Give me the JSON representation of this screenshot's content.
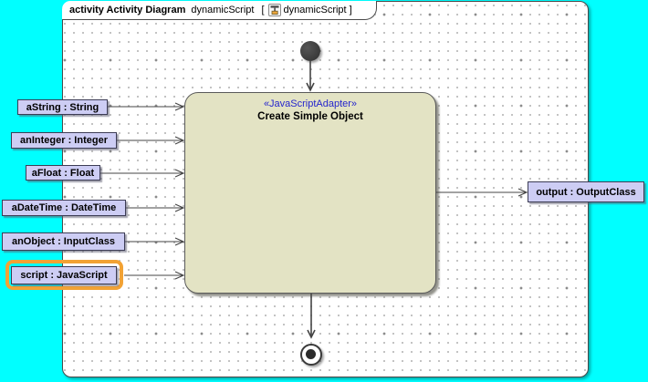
{
  "frame": {
    "tab": {
      "keyword": "activity Activity Diagram",
      "diagram_name": "dynamicScript",
      "open_bracket": "[",
      "context_icon": "activity-diagram-icon",
      "context_name": "dynamicScript",
      "close_bracket": "]"
    }
  },
  "diagram": {
    "action": {
      "stereotype": "«JavaScriptAdapter»",
      "name": "Create Simple Object"
    },
    "input_pins": [
      {
        "label": "aString : String"
      },
      {
        "label": "anInteger : Integer"
      },
      {
        "label": "aFloat : Float"
      },
      {
        "label": "aDateTime : DateTime"
      },
      {
        "label": "anObject : InputClass"
      },
      {
        "label": "script : JavaScript",
        "highlighted": true
      }
    ],
    "output_pins": [
      {
        "label": "output : OutputClass"
      }
    ]
  },
  "colors": {
    "canvas_background": "#00FFFF",
    "action_fill": "#E3E3C4",
    "pin_fill": "#CDCDF4",
    "stereotype_text": "#2525CD",
    "highlight_border": "#F2A234",
    "edge": "#444444"
  }
}
